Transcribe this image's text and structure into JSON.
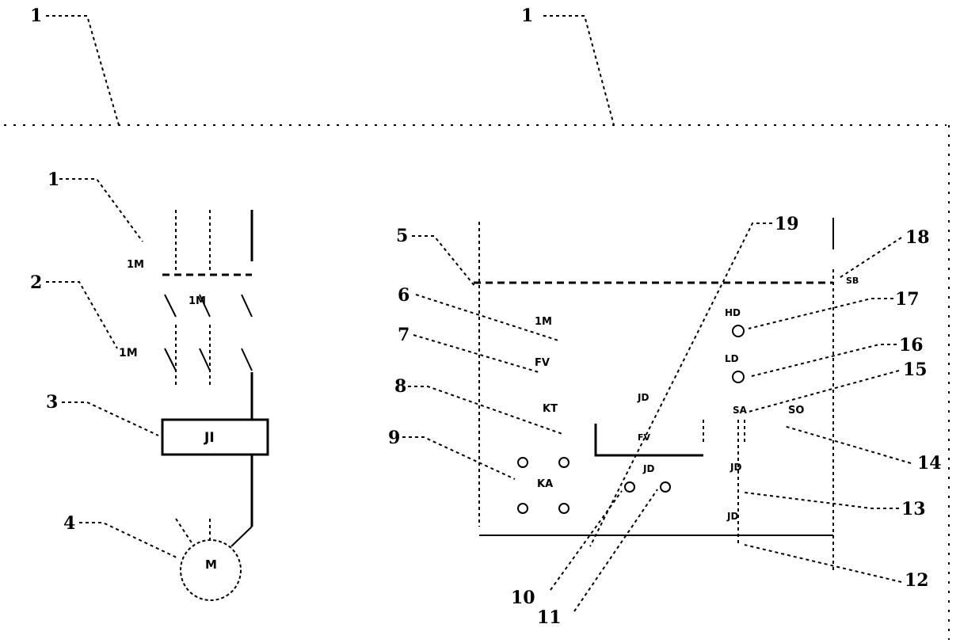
{
  "labels": {
    "l1": "1",
    "l2": "2",
    "l3": "3",
    "l4": "4",
    "l5": "5",
    "l6": "6",
    "l7": "7",
    "l8": "8",
    "l9": "9",
    "l10": "10",
    "l11": "11",
    "l12": "12",
    "l13": "13",
    "l14": "14",
    "l15": "15",
    "l16": "16",
    "l17": "17",
    "l18": "18",
    "l19": "19"
  },
  "left_circuit": {
    "contactor_tag": "1M",
    "block_tag": "JI",
    "motor_tag": "M"
  },
  "right_circuit": {
    "tag_1m": "1M",
    "tag_fv": "FV",
    "tag_kt": "KT",
    "tag_ka": "KA",
    "tag_jd_a": "JD",
    "tag_jd_b": "JD",
    "tag_jd_c": "JD",
    "tag_jd_d": "JD",
    "tag_so": "SO",
    "tag_hd": "HD",
    "tag_ld": "LD",
    "tag_sa": "SA",
    "tag_sb": "SB"
  }
}
